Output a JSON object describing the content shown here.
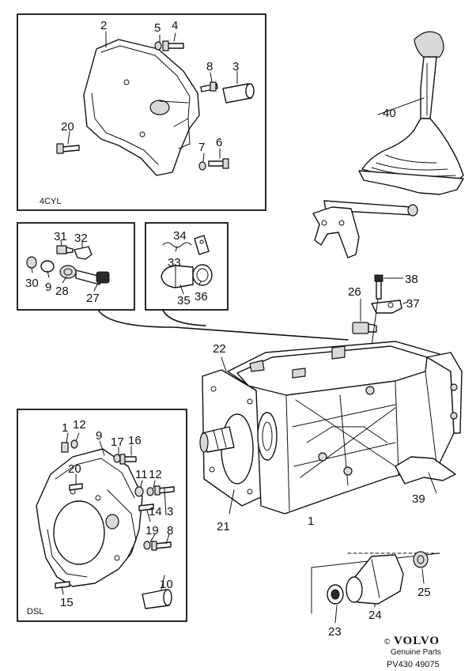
{
  "boxes": {
    "petrol": "4CYL",
    "diesel": "DSL"
  },
  "callouts": {
    "c1": "1",
    "c2": "2",
    "c3": "3",
    "c3b": "3",
    "c4": "4",
    "c5": "5",
    "c6": "6",
    "c7": "7",
    "c8": "8",
    "c8b": "8",
    "c9": "9",
    "c9b": "9",
    "c10": "10",
    "c11": "11",
    "c12a": "12",
    "c12b": "12",
    "c14": "14",
    "c15": "15",
    "c16": "16",
    "c17": "17",
    "c19": "19",
    "c20a": "20",
    "c20b": "20",
    "c21": "21",
    "c22": "22",
    "c23": "23",
    "c24": "24",
    "c25": "25",
    "c26": "26",
    "c27": "27",
    "c28": "28",
    "c30": "30",
    "c31": "31",
    "c32": "32",
    "c33": "33",
    "c34": "34",
    "c35": "35",
    "c36": "36",
    "c37": "37",
    "c38": "38",
    "c39": "39",
    "c40": "40",
    "c1b": "1"
  },
  "branding": {
    "copyright": "©",
    "logo_text": "VOLVO",
    "tagline": "Genuine Parts",
    "reference": "PV430 49075"
  },
  "colors": {
    "ink": "#111111",
    "background": "#ffffff",
    "shade": "#d9d9d9"
  }
}
